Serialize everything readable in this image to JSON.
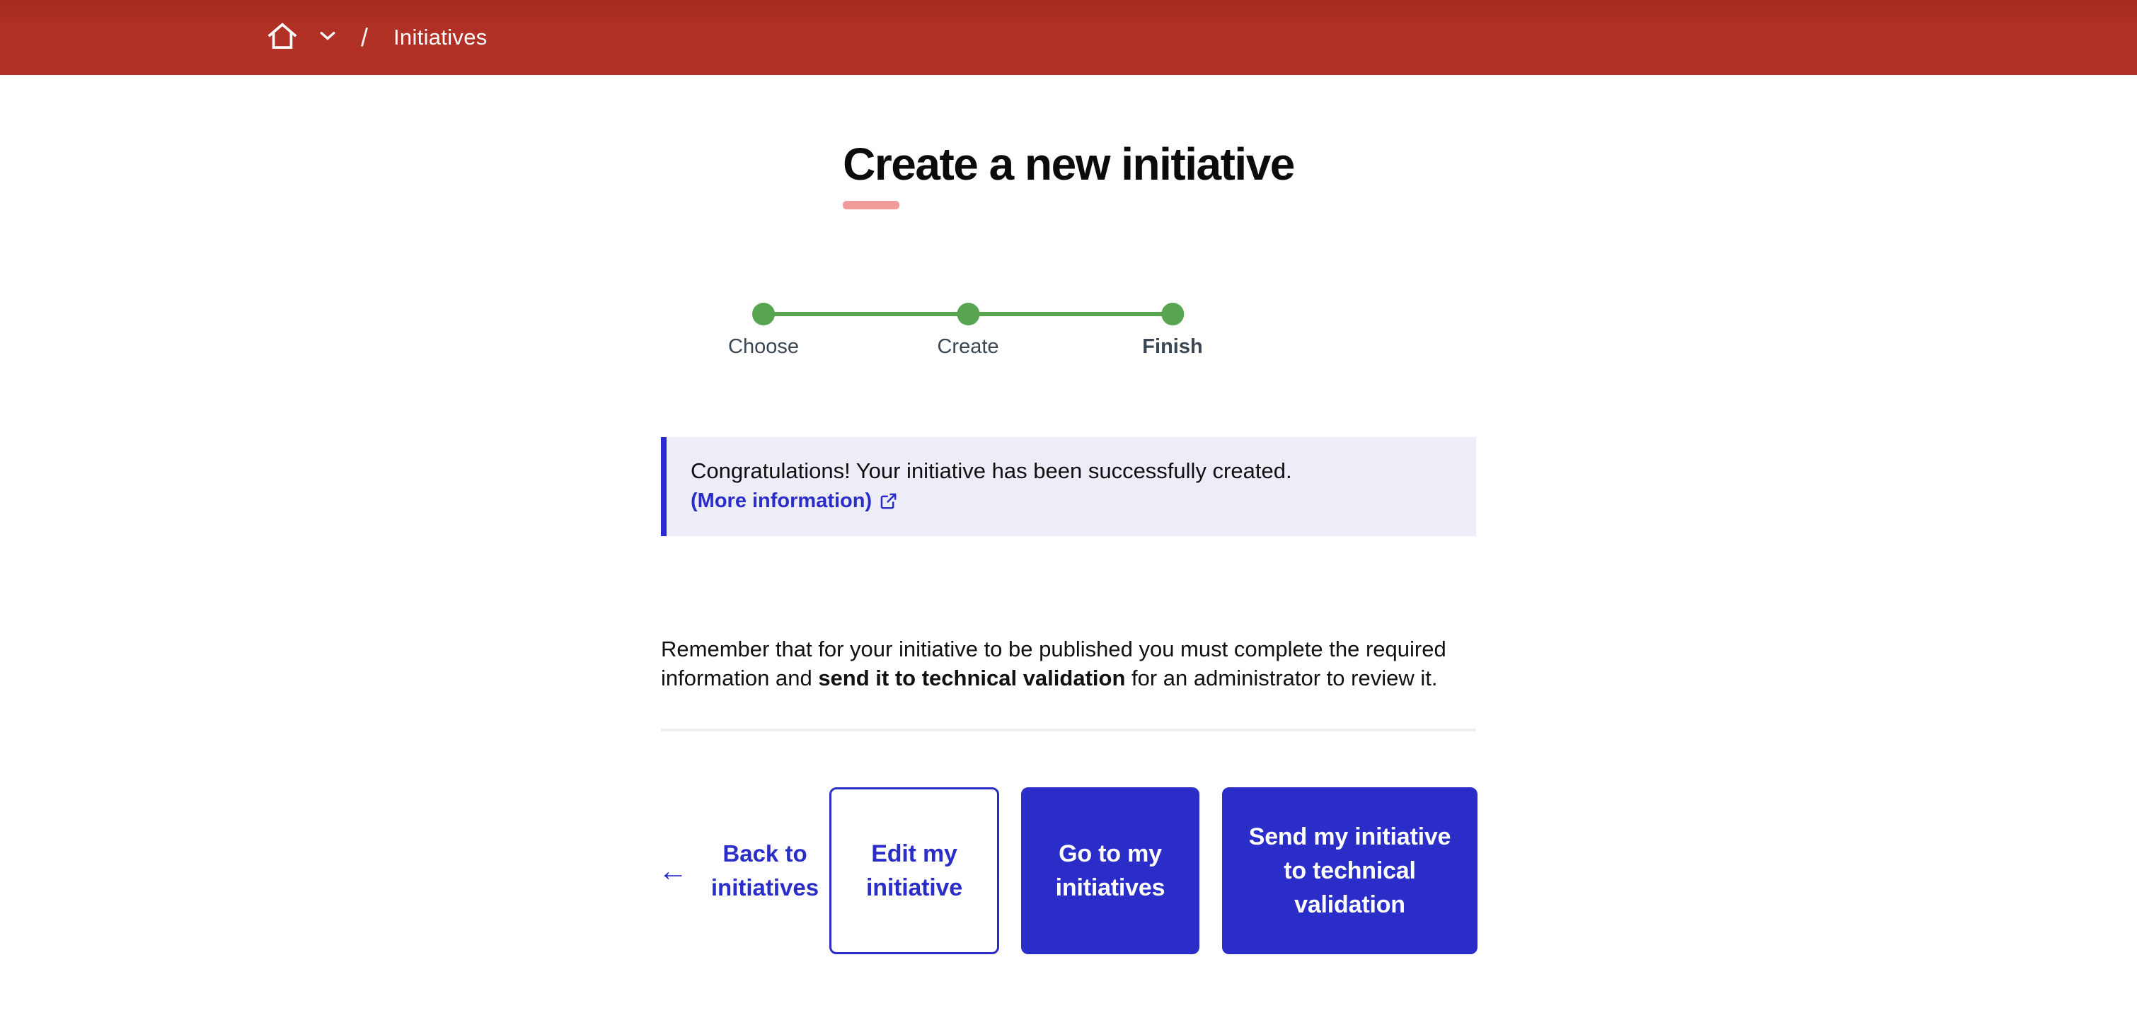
{
  "colors": {
    "header_bg": "#b23126",
    "accent_blue": "#2a2dc7",
    "step_green": "#57a54e",
    "underline_pink": "#f29b9b",
    "callout_bg": "#ededf7",
    "step_label": "#3a4654",
    "divider": "#edeff2",
    "text": "#121212"
  },
  "header": {
    "breadcrumb": {
      "home_icon": "home-icon",
      "expand_icon": "chevron-down-icon",
      "separator": "/",
      "current": "Initiatives"
    }
  },
  "page": {
    "title": "Create a new initiative"
  },
  "stepper": {
    "steps": [
      {
        "label": "Choose",
        "state": "done"
      },
      {
        "label": "Create",
        "state": "done"
      },
      {
        "label": "Finish",
        "state": "current"
      }
    ]
  },
  "banner": {
    "message": "Congratulations! Your initiative has been successfully created.",
    "link_label": "(More information)",
    "link_icon": "external-link-icon"
  },
  "note": {
    "text_before": "Remember that for your initiative to be published you must complete the required information and ",
    "text_bold": "send it to technical validation",
    "text_after": " for an administrator to review it."
  },
  "actions": {
    "back_label": "Back to initiatives",
    "back_icon": "←",
    "edit_label": "Edit my initiative",
    "go_label": "Go to my initiatives",
    "send_label": "Send my initiative to technical validation"
  }
}
